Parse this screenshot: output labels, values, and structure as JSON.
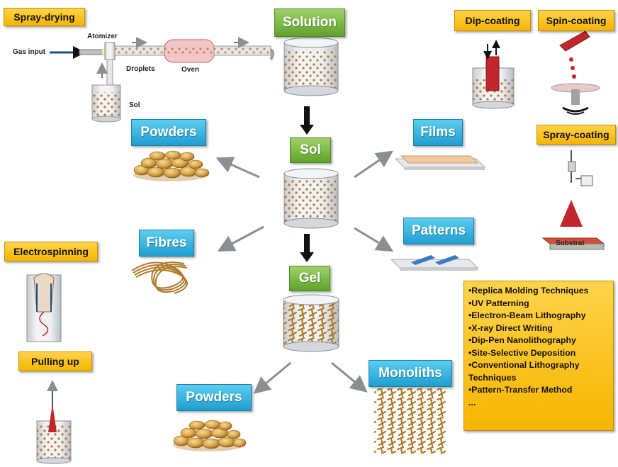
{
  "labels": {
    "spray_drying": "Spray-drying",
    "solution": "Solution",
    "sol": "Sol",
    "gel": "Gel",
    "powders_top": "Powders",
    "powders_bottom": "Powders",
    "films": "Films",
    "patterns": "Patterns",
    "fibres": "Fibres",
    "monoliths": "Monoliths",
    "dip_coating": "Dip-coating",
    "spin_coating": "Spin-coating",
    "spray_coating": "Spray-coating",
    "electrospinning": "Electrospinning",
    "pulling_up": "Pulling up"
  },
  "spray_drying_parts": {
    "atomizer": "Atomizer",
    "gas_input": "Gas input",
    "droplets": "Droplets",
    "oven": "Oven",
    "sol": "Sol"
  },
  "substrate": "Substrat",
  "patterning_techniques": [
    "•Replica Molding Techniques",
    "•UV Patterning",
    "•Electron-Beam Lithography",
    "•X-ray Direct Writing",
    "•Dip-Pen Nanolithography",
    "•Site-Selective Deposition",
    "•Conventional Lithography",
    "Techniques",
    "•Pattern-Transfer Method",
    "..."
  ],
  "colors": {
    "technique_label": "#f6b500",
    "stage_label": "#6aad33",
    "product_label": "#1f9ed0"
  }
}
